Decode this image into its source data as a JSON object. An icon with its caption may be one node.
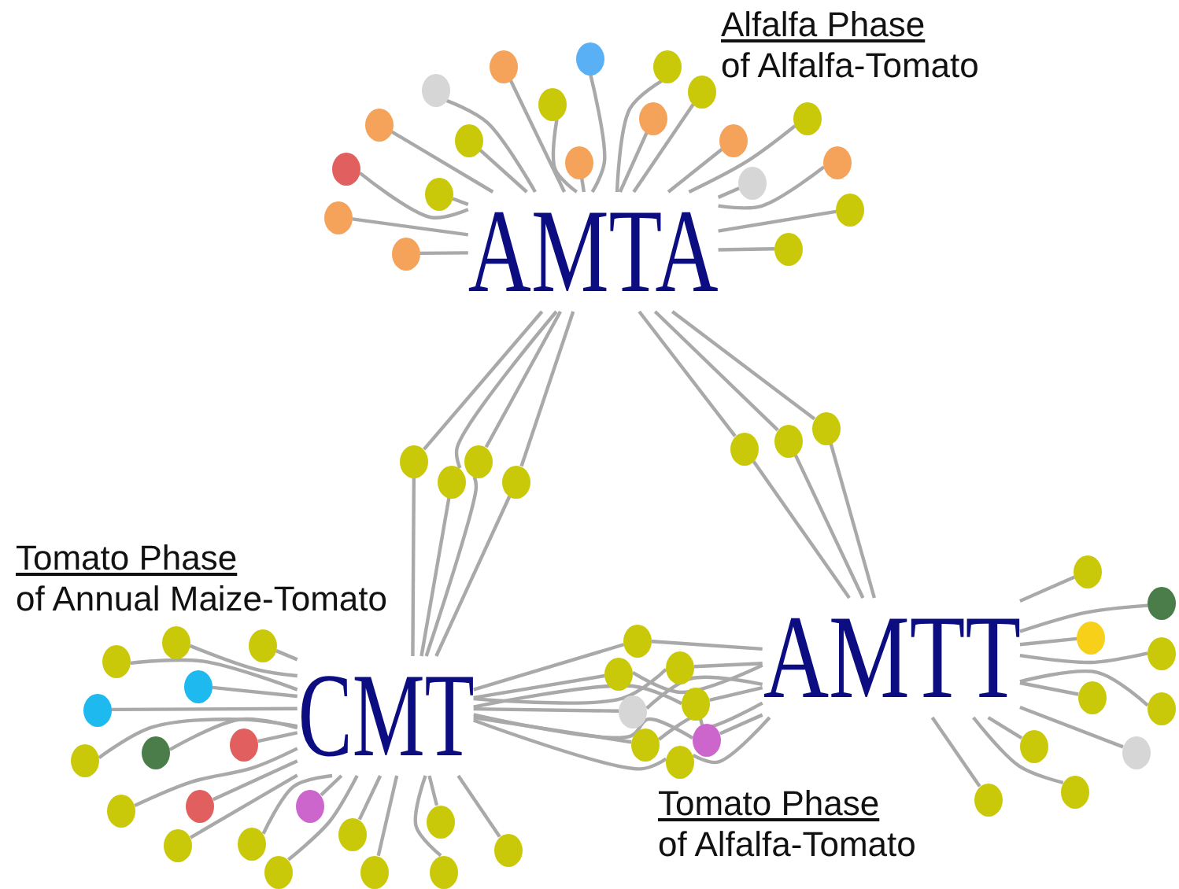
{
  "diagram": {
    "nodes": [
      {
        "text": [
          "AMTA"
        ]
      },
      {
        "text": [],
        "shape": "circle"
      },
      {
        "text": [],
        "shape": "circle"
      },
      {
        "text": [],
        "shape": "circle"
      },
      {
        "text": [],
        "shape": "circle"
      },
      {
        "text": [],
        "shape": "circle"
      },
      {
        "text": [],
        "shape": "circle"
      },
      {
        "text": [],
        "shape": "circle"
      },
      {
        "text": [],
        "shape": "circle"
      },
      {
        "text": [],
        "shape": "circle"
      },
      {
        "text": [],
        "shape": "circle"
      },
      {
        "text": [],
        "shape": "circle"
      },
      {
        "text": [],
        "shape": "circle"
      },
      {
        "text": [],
        "shape": "circle"
      },
      {
        "text": [],
        "shape": "circle"
      },
      {
        "text": [],
        "shape": "circle"
      },
      {
        "text": [],
        "shape": "circle"
      },
      {
        "text": [],
        "shape": "circle"
      },
      {
        "text": [],
        "shape": "circle"
      },
      {
        "text": [],
        "shape": "circle"
      },
      {
        "text": [],
        "shape": "circle"
      },
      {
        "text": [],
        "shape": "circle"
      },
      {
        "text": [],
        "shape": "circle"
      },
      {
        "text": [],
        "shape": "circle"
      },
      {
        "text": [],
        "shape": "circle"
      },
      {
        "text": [],
        "shape": "circle"
      },
      {
        "text": [],
        "shape": "circle"
      },
      {
        "text": [],
        "shape": "circle"
      },
      {
        "text": [
          "CMT"
        ]
      },
      {
        "text": [],
        "shape": "circle"
      },
      {
        "text": [],
        "shape": "circle"
      },
      {
        "text": [],
        "shape": "circle"
      },
      {
        "text": [],
        "shape": "circle"
      },
      {
        "text": [],
        "shape": "circle"
      },
      {
        "text": [],
        "shape": "circle"
      },
      {
        "text": [],
        "shape": "circle"
      },
      {
        "text": [],
        "shape": "circle"
      },
      {
        "text": [],
        "shape": "circle"
      },
      {
        "text": [],
        "shape": "circle"
      },
      {
        "text": [],
        "shape": "circle"
      },
      {
        "text": [],
        "shape": "circle"
      },
      {
        "text": [],
        "shape": "circle"
      },
      {
        "text": [],
        "shape": "circle"
      },
      {
        "text": [],
        "shape": "circle"
      },
      {
        "text": [],
        "shape": "circle"
      },
      {
        "text": [],
        "shape": "circle"
      },
      {
        "text": [],
        "shape": "circle"
      },
      {
        "text": [],
        "shape": "circle"
      },
      {
        "text": [],
        "shape": "circle"
      },
      {
        "text": [],
        "shape": "circle"
      },
      {
        "text": [],
        "shape": "circle"
      },
      {
        "text": [],
        "shape": "circle"
      },
      {
        "text": [],
        "shape": "circle"
      },
      {
        "text": [],
        "shape": "circle"
      },
      {
        "text": [],
        "shape": "circle"
      },
      {
        "text": [],
        "shape": "circle"
      },
      {
        "text": [
          "AMTT"
        ]
      },
      {
        "text": [],
        "shape": "circle"
      },
      {
        "text": [],
        "shape": "circle"
      },
      {
        "text": [],
        "shape": "circle"
      },
      {
        "text": [],
        "shape": "circle"
      },
      {
        "text": [],
        "shape": "circle"
      },
      {
        "text": [],
        "shape": "circle"
      },
      {
        "text": [],
        "shape": "circle"
      },
      {
        "text": [],
        "shape": "circle"
      },
      {
        "text": [],
        "shape": "circle"
      },
      {
        "text": [],
        "shape": "circle"
      }
    ],
    "edges": [
      {
        "from": 1,
        "to": 0,
        "arrow": "none"
      },
      {
        "from": 2,
        "to": 0,
        "arrow": "none"
      },
      {
        "from": 3,
        "to": 0,
        "arrow": "none"
      },
      {
        "from": 4,
        "to": 0,
        "arrow": "none"
      },
      {
        "from": 5,
        "to": 0,
        "arrow": "none"
      },
      {
        "from": 6,
        "to": 0,
        "arrow": "none"
      },
      {
        "from": 7,
        "to": 0,
        "arrow": "none"
      },
      {
        "from": 8,
        "to": 0,
        "arrow": "none"
      },
      {
        "from": 9,
        "to": 0,
        "arrow": "none"
      },
      {
        "from": 10,
        "to": 0,
        "arrow": "none"
      },
      {
        "from": 11,
        "to": 0,
        "arrow": "none"
      },
      {
        "from": 12,
        "to": 0,
        "arrow": "none"
      },
      {
        "from": 13,
        "to": 0,
        "arrow": "none"
      },
      {
        "from": 14,
        "to": 0,
        "arrow": "none"
      },
      {
        "from": 15,
        "to": 0,
        "arrow": "none"
      },
      {
        "from": 16,
        "to": 0,
        "arrow": "none"
      },
      {
        "from": 17,
        "to": 0,
        "arrow": "none"
      },
      {
        "from": 18,
        "to": 0,
        "arrow": "none"
      },
      {
        "from": 19,
        "to": 0,
        "arrow": "none"
      },
      {
        "from": 20,
        "to": 0,
        "arrow": "none"
      },
      {
        "from": 21,
        "to": 0,
        "arrow": "none"
      },
      {
        "from": 21,
        "to": 28,
        "arrow": "none"
      },
      {
        "from": 22,
        "to": 0,
        "arrow": "none"
      },
      {
        "from": 22,
        "to": 28,
        "arrow": "none"
      },
      {
        "from": 23,
        "to": 0,
        "arrow": "none"
      },
      {
        "from": 23,
        "to": 28,
        "arrow": "none"
      },
      {
        "from": 24,
        "to": 0,
        "arrow": "none"
      },
      {
        "from": 24,
        "to": 28,
        "arrow": "none"
      },
      {
        "from": 25,
        "to": 0,
        "arrow": "none"
      },
      {
        "from": 25,
        "to": 56,
        "arrow": "none"
      },
      {
        "from": 26,
        "to": 0,
        "arrow": "none"
      },
      {
        "from": 26,
        "to": 56,
        "arrow": "none"
      },
      {
        "from": 27,
        "to": 0,
        "arrow": "none"
      },
      {
        "from": 27,
        "to": 56,
        "arrow": "none"
      },
      {
        "from": 29,
        "to": 28,
        "arrow": "none"
      },
      {
        "from": 30,
        "to": 28,
        "arrow": "none"
      },
      {
        "from": 31,
        "to": 28,
        "arrow": "none"
      },
      {
        "from": 32,
        "to": 28,
        "arrow": "none"
      },
      {
        "from": 33,
        "to": 28,
        "arrow": "none"
      },
      {
        "from": 34,
        "to": 28,
        "arrow": "none"
      },
      {
        "from": 35,
        "to": 28,
        "arrow": "none"
      },
      {
        "from": 36,
        "to": 28,
        "arrow": "none"
      },
      {
        "from": 37,
        "to": 28,
        "arrow": "none"
      },
      {
        "from": 38,
        "to": 28,
        "arrow": "none"
      },
      {
        "from": 39,
        "to": 28,
        "arrow": "none"
      },
      {
        "from": 40,
        "to": 28,
        "arrow": "none"
      },
      {
        "from": 41,
        "to": 28,
        "arrow": "none"
      },
      {
        "from": 42,
        "to": 28,
        "arrow": "none"
      },
      {
        "from": 43,
        "to": 28,
        "arrow": "none"
      },
      {
        "from": 44,
        "to": 28,
        "arrow": "none"
      },
      {
        "from": 45,
        "to": 28,
        "arrow": "none"
      },
      {
        "from": 46,
        "to": 28,
        "arrow": "none"
      },
      {
        "from": 47,
        "to": 28,
        "arrow": "none"
      },
      {
        "from": 48,
        "to": 28,
        "arrow": "none"
      },
      {
        "from": 48,
        "to": 56,
        "arrow": "none"
      },
      {
        "from": 49,
        "to": 28,
        "arrow": "none"
      },
      {
        "from": 49,
        "to": 56,
        "arrow": "none"
      },
      {
        "from": 50,
        "to": 28,
        "arrow": "none"
      },
      {
        "from": 50,
        "to": 56,
        "arrow": "none"
      },
      {
        "from": 51,
        "to": 28,
        "arrow": "none"
      },
      {
        "from": 51,
        "to": 56,
        "arrow": "none"
      },
      {
        "from": 52,
        "to": 28,
        "arrow": "none"
      },
      {
        "from": 52,
        "to": 56,
        "arrow": "none"
      },
      {
        "from": 53,
        "to": 28,
        "arrow": "none"
      },
      {
        "from": 53,
        "to": 56,
        "arrow": "none"
      },
      {
        "from": 54,
        "to": 28,
        "arrow": "none"
      },
      {
        "from": 54,
        "to": 56,
        "arrow": "none"
      },
      {
        "from": 55,
        "to": 28,
        "arrow": "none"
      },
      {
        "from": 55,
        "to": 56,
        "arrow": "none"
      },
      {
        "from": 57,
        "to": 56,
        "arrow": "none"
      },
      {
        "from": 58,
        "to": 56,
        "arrow": "none"
      },
      {
        "from": 59,
        "to": 56,
        "arrow": "none"
      },
      {
        "from": 60,
        "to": 56,
        "arrow": "none"
      },
      {
        "from": 61,
        "to": 56,
        "arrow": "none"
      },
      {
        "from": 62,
        "to": 56,
        "arrow": "none"
      },
      {
        "from": 63,
        "to": 56,
        "arrow": "none"
      },
      {
        "from": 64,
        "to": 56,
        "arrow": "none"
      },
      {
        "from": 65,
        "to": 56,
        "arrow": "none"
      },
      {
        "from": 66,
        "to": 56,
        "arrow": "none"
      }
    ],
    "labels": [
      "Alfalfa Phase",
      "of Alfalfa-Tomato",
      "Tomato Phase",
      "of Annual Maize-Tomato",
      "Tomato Phase",
      "of Alfalfa-Tomato"
    ]
  }
}
